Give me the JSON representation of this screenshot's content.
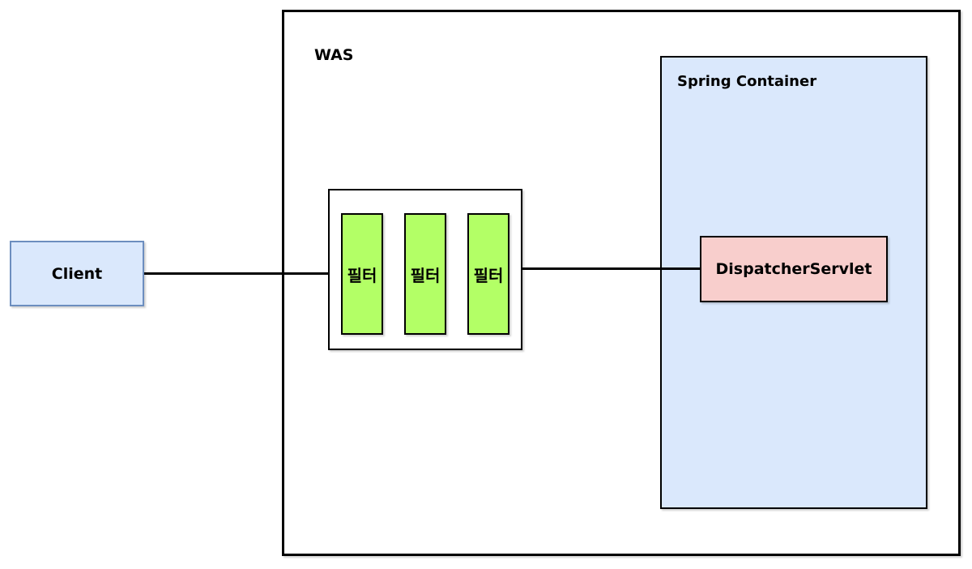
{
  "diagram": {
    "was": {
      "label": "WAS",
      "fill": "#ffffff",
      "stroke": "#000000"
    },
    "spring_container": {
      "label": "Spring Container",
      "fill": "#dae8fc",
      "stroke": "#000000"
    },
    "client": {
      "label": "Client",
      "fill": "#dae8fc",
      "stroke": "#6c8ebf"
    },
    "filter_group": {
      "fill": "#ffffff",
      "stroke": "#000000",
      "filters": [
        {
          "label": "필터",
          "fill": "#b3ff66"
        },
        {
          "label": "필터",
          "fill": "#b3ff66"
        },
        {
          "label": "필터",
          "fill": "#b3ff66"
        }
      ]
    },
    "dispatcher_servlet": {
      "label": "DispatcherServlet",
      "fill": "#f8cecc",
      "stroke": "#000000"
    },
    "connections": [
      {
        "from": "Client",
        "to": "필터"
      },
      {
        "from": "필터",
        "to": "DispatcherServlet"
      }
    ]
  }
}
